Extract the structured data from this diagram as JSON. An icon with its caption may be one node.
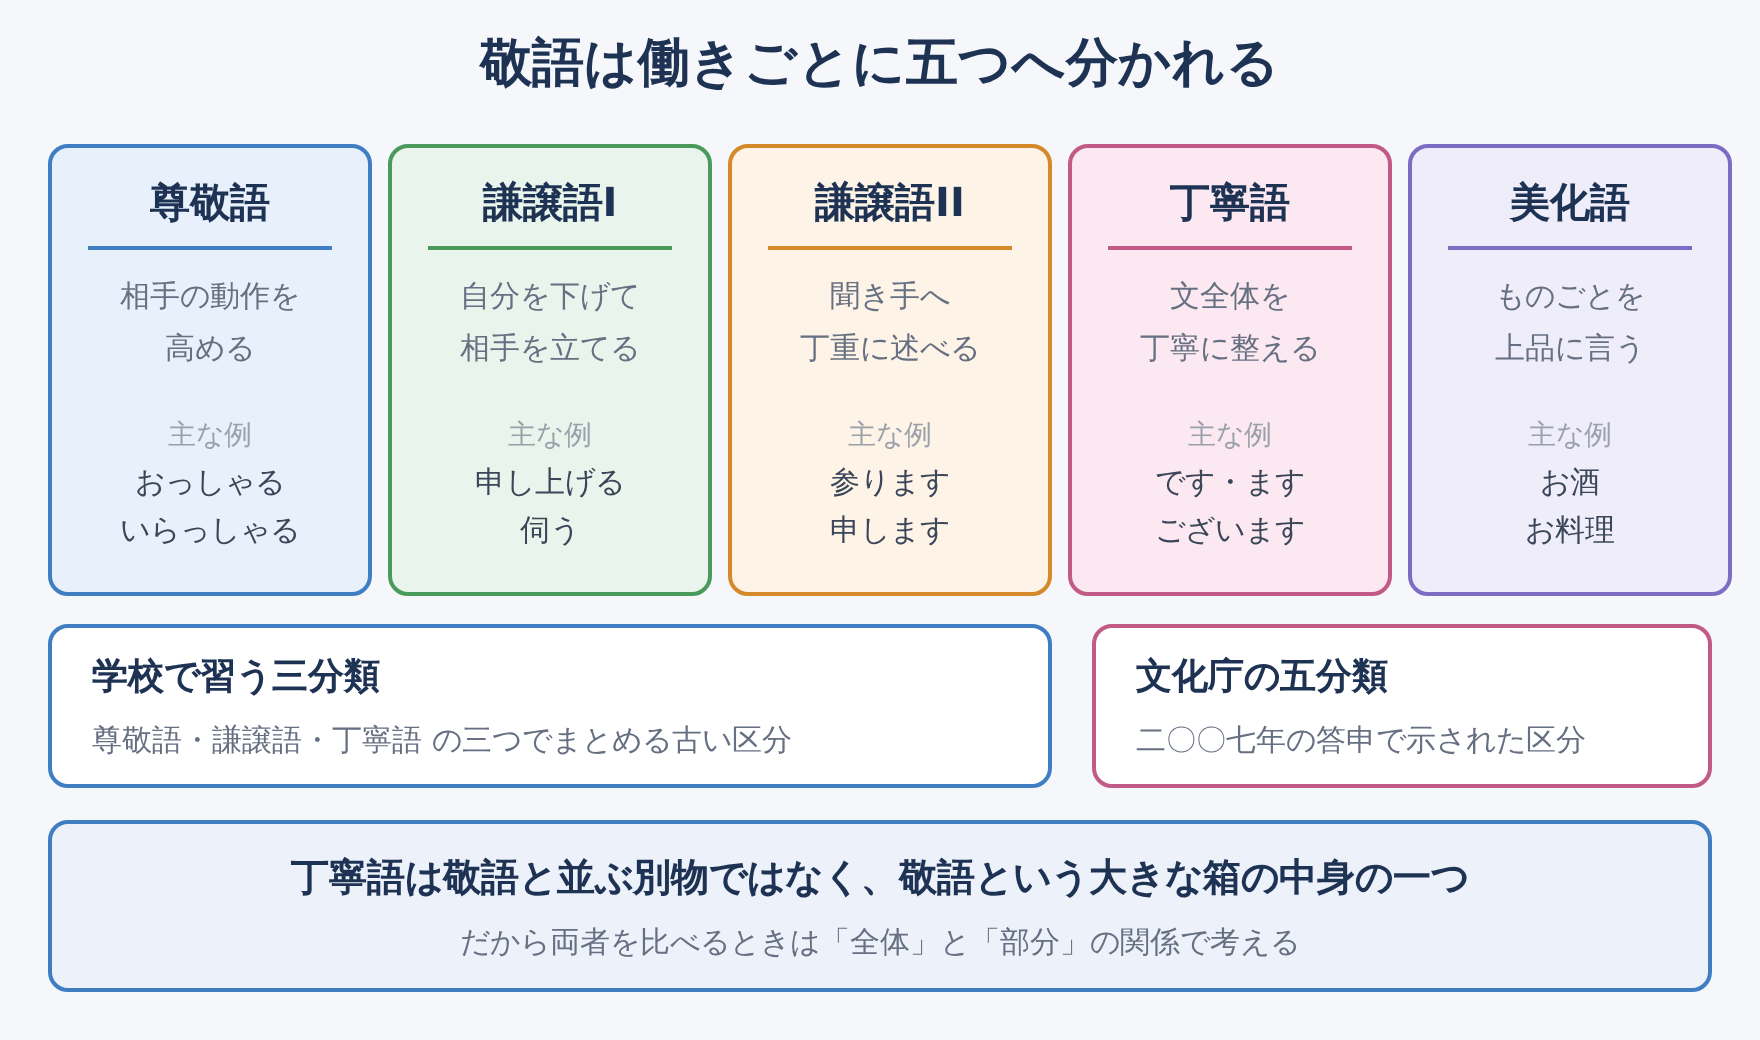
{
  "diagram": {
    "title": "敬語は働きごとに五つへ分かれる",
    "nodes": [
      {
        "text": [
          "尊敬語",
          "相手の動作を高める",
          "主な例",
          "おっしゃる",
          "いらっしゃる"
        ]
      },
      {
        "text": [
          "謙譲語I",
          "自分を下げて相手を立てる",
          "主な例",
          "申し上げる",
          "伺う"
        ]
      },
      {
        "text": [
          "謙譲語II",
          "聞き手へ丁重に述べる",
          "主な例",
          "参ります",
          "申します"
        ]
      },
      {
        "text": [
          "丁寧語",
          "文全体を丁寧に整える",
          "主な例",
          "です・ます",
          "ございます"
        ]
      },
      {
        "text": [
          "美化語",
          "ものごとを上品に言う",
          "主な例",
          "お酒",
          "お料理"
        ]
      },
      {
        "text": [
          "学校で習う三分類",
          "尊敬語・謙譲語・丁寧語 の三つでまとめる古い区分"
        ]
      },
      {
        "text": [
          "文化庁の五分類",
          "二〇〇七年の答申で示された区分"
        ]
      },
      {
        "text": [
          "丁寧語は敬語と並ぶ別物ではなく、敬語という大きな箱の中身の一つ",
          "だから両者を比べるときは「全体」と「部分」の関係で考える"
        ]
      }
    ]
  }
}
